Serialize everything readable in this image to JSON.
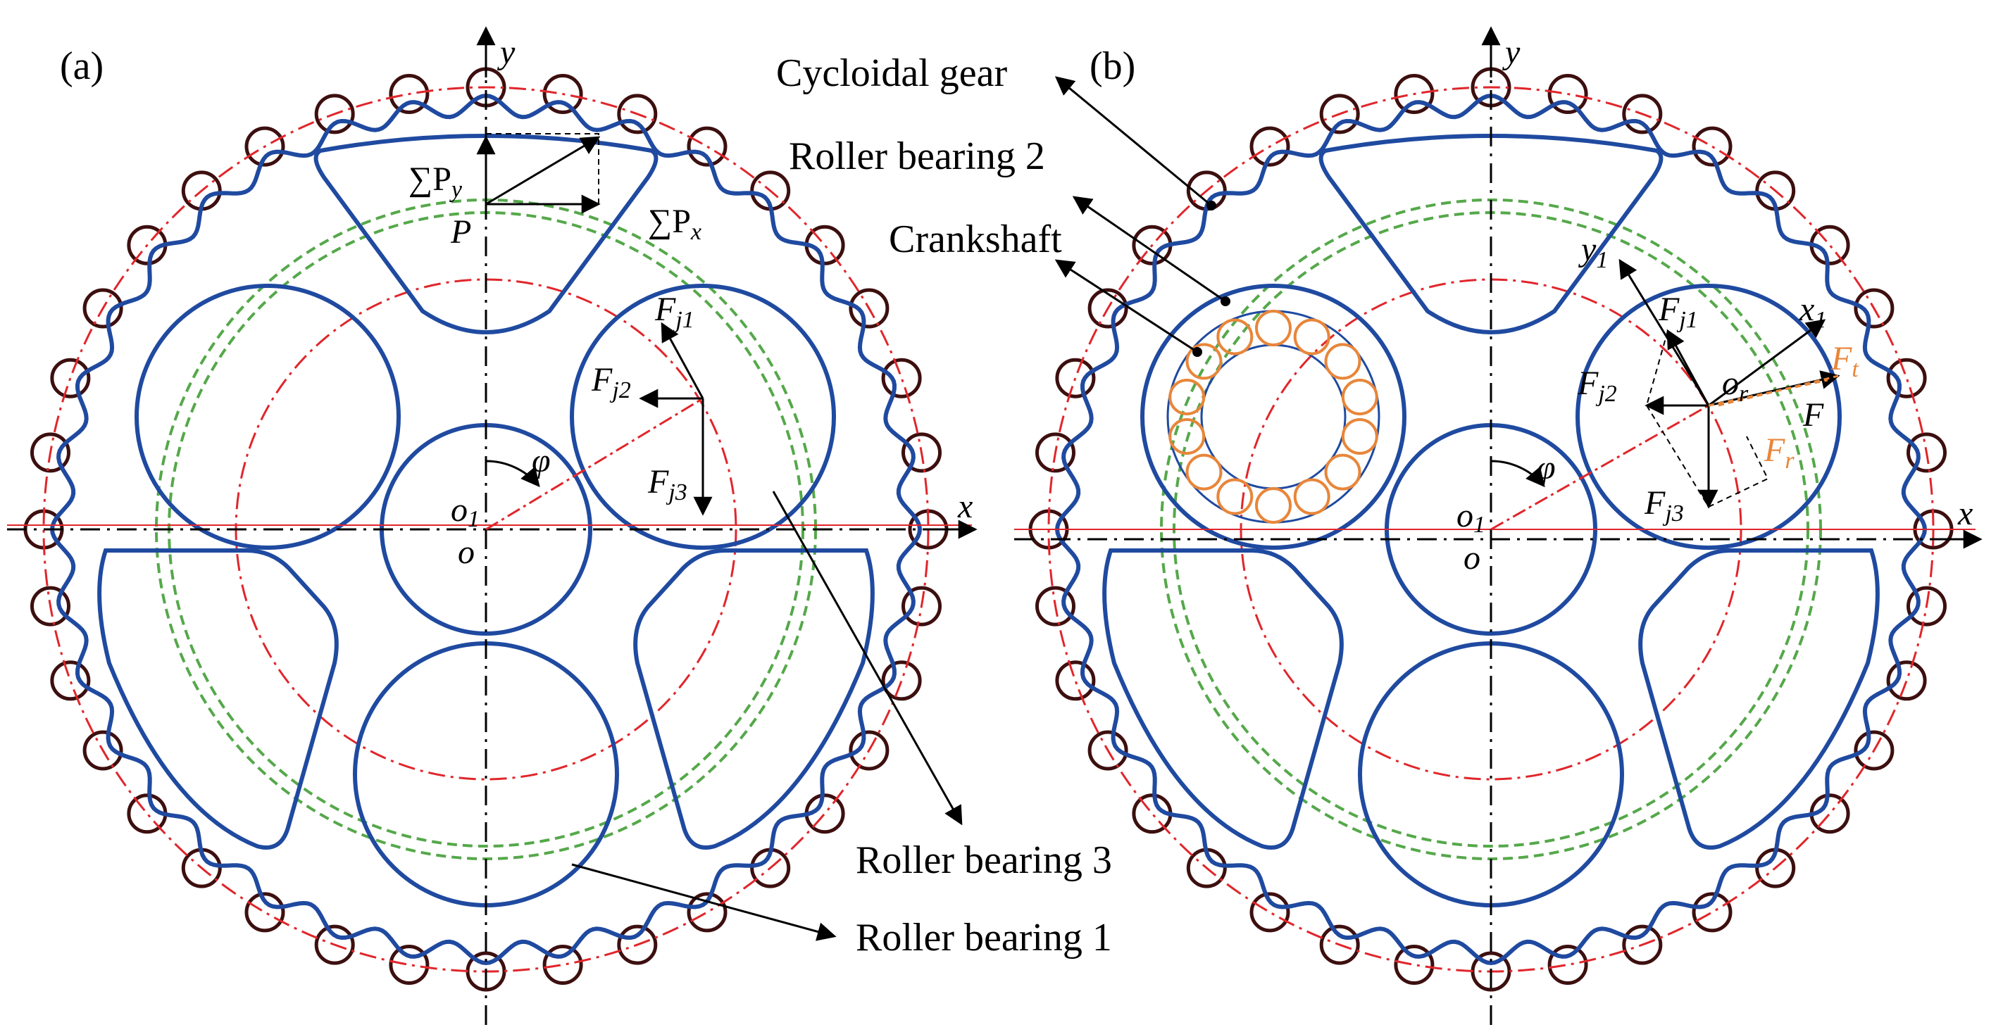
{
  "panels": {
    "a": {
      "tag": "(a)"
    },
    "b": {
      "tag": "(b)"
    }
  },
  "axes": {
    "x": "x",
    "y": "y",
    "origin": "o",
    "origin1": "o1",
    "angle": "φ"
  },
  "labels": {
    "cycloidal_gear": "Cycloidal gear",
    "roller_bearing_2": "Roller bearing 2",
    "crankshaft": "Crankshaft",
    "roller_bearing_3": "Roller bearing 3",
    "roller_bearing_1": "Roller bearing 1"
  },
  "forces": {
    "sum_py": "∑P",
    "sum_py_sub": "y",
    "sum_px": "∑P",
    "sum_px_sub": "x",
    "p": "P",
    "fj1": "F",
    "fj1_sub": "j1",
    "fj2": "F",
    "fj2_sub": "j2",
    "fj3": "F",
    "fj3_sub": "j3",
    "f": "F",
    "ft": "F",
    "ft_sub": "t",
    "fr": "F",
    "fr_sub": "r",
    "or": "o",
    "or_sub": "r",
    "x1": "x",
    "x1_sub": "1",
    "y1": "y",
    "y1_sub": "1"
  },
  "colors": {
    "profile": "#1f4aa0",
    "pin": "#3d0f0f",
    "pitch_circle": "#e0262b",
    "dashed_green": "#55a84a",
    "bearing_roller": "#e8863a"
  }
}
